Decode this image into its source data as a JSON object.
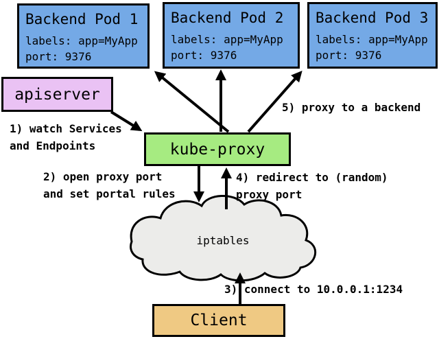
{
  "diagram": {
    "title_semantics": "kube-proxy userspace proxy-mode flow",
    "pods": [
      {
        "title": "Backend Pod 1",
        "labels": "labels: app=MyApp",
        "port": "port: 9376"
      },
      {
        "title": "Backend Pod 2",
        "labels": "labels: app=MyApp",
        "port": "port: 9376"
      },
      {
        "title": "Backend Pod 3",
        "labels": "labels: app=MyApp",
        "port": "port: 9376"
      }
    ],
    "apiserver": {
      "label": "apiserver"
    },
    "kube_proxy": {
      "label": "kube-proxy"
    },
    "iptables": {
      "label": "iptables"
    },
    "client": {
      "label": "Client"
    },
    "steps": [
      {
        "line1": "1) watch Services",
        "line2": "and Endpoints"
      },
      {
        "line1": "2) open proxy port",
        "line2": "and set portal rules"
      },
      {
        "line1": "3) connect to 10.0.0.1:1234",
        "line2": ""
      },
      {
        "line1": "4) redirect to (random)",
        "line2": "proxy port"
      },
      {
        "line1": "5) proxy to a backend",
        "line2": ""
      }
    ],
    "colors": {
      "pod_fill": "#74A9E6",
      "apiserver_fill": "#EAC2F4",
      "kube_proxy_fill": "#A6EB81",
      "client_fill": "#EFC983",
      "cloud_fill": "#ECECEA",
      "border": "#000000",
      "background": "#FFFFFF"
    }
  }
}
